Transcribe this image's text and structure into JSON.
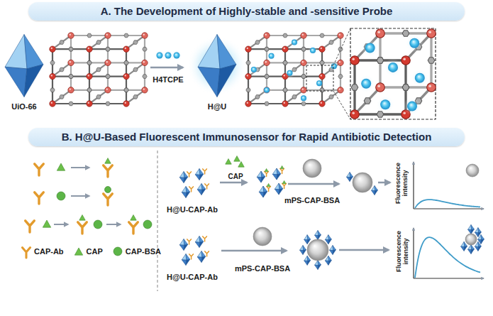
{
  "diagram": {
    "nodes": [
      {
        "text": [
          "A. The Development of Highly-stable and -sensitive Probe"
        ]
      },
      {
        "text": [
          "UiO-66"
        ]
      },
      {
        "text": [
          "H@U"
        ]
      },
      {
        "text": [
          "B. H@U-Based Fluorescent Immunosensor for Rapid Antibiotic Detection"
        ]
      },
      {
        "text": [
          "H@U-CAP-Ab"
        ]
      },
      {
        "text": [
          "mPS-CAP-BSA"
        ]
      },
      {
        "text": [
          "Fluorescence intensity"
        ]
      },
      {
        "text": [
          "H@U-CAP-Ab"
        ]
      },
      {
        "text": [
          "mPS-CAP-BSA"
        ]
      },
      {
        "text": [
          "Fluorescence intensity"
        ]
      }
    ],
    "labels": [
      "H4TCPE",
      "CAP"
    ],
    "legend": [
      {
        "text": "CAP-Ab"
      },
      {
        "text": "CAP"
      },
      {
        "text": "CAP-BSA"
      }
    ]
  }
}
